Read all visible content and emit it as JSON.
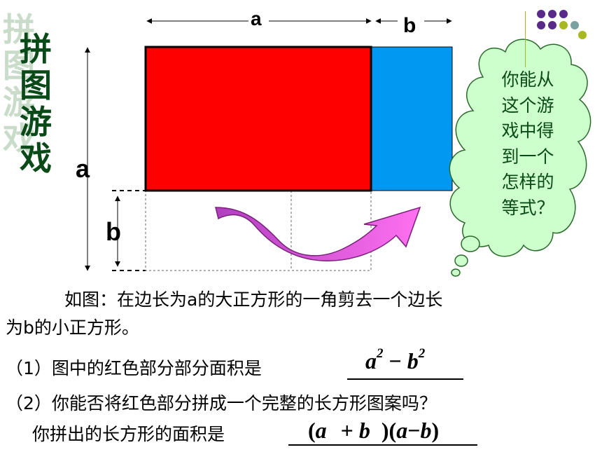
{
  "title": {
    "chars": [
      "拼",
      "图",
      "游",
      "戏"
    ]
  },
  "labels": {
    "top_a": "a",
    "top_b": "b",
    "left_a": "a",
    "left_b": "b"
  },
  "bubble": {
    "text": "你能从\n这个游\n戏中得\n到一个\n怎样的\n等式？"
  },
  "problem": {
    "intro_line1": "如图：在边长为a的大正方形的一角剪去一个边长",
    "intro_line2": "为b的小正方形。",
    "q1": "（1）图中的红色部分部分面积是",
    "q2": "（2）你能否将红色部分拼成一个完整的长方形图案吗？",
    "q2_line2": "你拼出的长方形的面积是"
  },
  "answers": {
    "a1_base_a": "a",
    "a1_exp_a": "2",
    "a1_minus": "−",
    "a1_base_b": "b",
    "a1_exp_b": "2",
    "a2_open1": "(",
    "a2_a": "a",
    "a2_plus": "+",
    "a2_b": "b",
    "a2_close_open": ")(",
    "a2_a2": "a",
    "a2_minus": "−",
    "a2_b2": "b",
    "a2_close": ")"
  },
  "colors": {
    "red_rect": "#ff0000",
    "blue_rect": "#0098f0",
    "arrow": "#c055c8",
    "bubble_fill": "#ccffcc",
    "title_green": "#0a4a18",
    "dot_purple": "#5a2a8a",
    "dot_olive": "#a8b820"
  },
  "icons": [
    "curved-arrow-icon",
    "cloud-bubble-icon",
    "decorative-dots-icon"
  ]
}
